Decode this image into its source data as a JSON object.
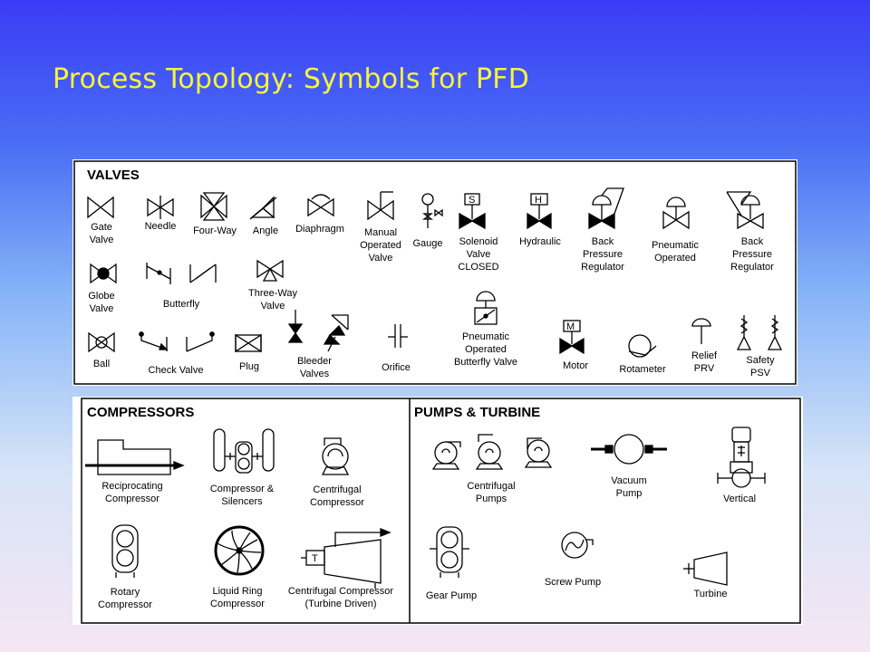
{
  "title": "Process Topology: Symbols for PFD",
  "valves": {
    "heading": "VALVES",
    "items": [
      {
        "id": "gate",
        "lines": [
          "Gate",
          "Valve"
        ]
      },
      {
        "id": "needle",
        "lines": [
          "Needle"
        ]
      },
      {
        "id": "four-way",
        "lines": [
          "Four-Way"
        ]
      },
      {
        "id": "angle",
        "lines": [
          "Angle"
        ]
      },
      {
        "id": "diaphragm",
        "lines": [
          "Diaphragm"
        ]
      },
      {
        "id": "manual-operated",
        "lines": [
          "Manual",
          "Operated",
          "Valve"
        ]
      },
      {
        "id": "gauge",
        "lines": [
          "Gauge"
        ]
      },
      {
        "id": "solenoid",
        "lines": [
          "Solenoid",
          "Valve",
          "CLOSED"
        ]
      },
      {
        "id": "hydraulic",
        "lines": [
          "Hydraulic"
        ]
      },
      {
        "id": "back-pressure-1",
        "lines": [
          "Back",
          "Pressure",
          "Regulator"
        ]
      },
      {
        "id": "pneumatic-operated",
        "lines": [
          "Pneumatic",
          "Operated"
        ]
      },
      {
        "id": "back-pressure-2",
        "lines": [
          "Back",
          "Pressure",
          "Regulator"
        ]
      },
      {
        "id": "globe",
        "lines": [
          "Globe",
          "Valve"
        ]
      },
      {
        "id": "butterfly",
        "lines": [
          "Butterfly"
        ]
      },
      {
        "id": "three-way",
        "lines": [
          "Three-Way",
          "Valve"
        ]
      },
      {
        "id": "pneumatic-butterfly",
        "lines": [
          "Pneumatic",
          "Operated",
          "Butterfly Valve"
        ]
      },
      {
        "id": "ball",
        "lines": [
          "Ball"
        ]
      },
      {
        "id": "check",
        "lines": [
          "Check Valve"
        ]
      },
      {
        "id": "plug",
        "lines": [
          "Plug"
        ]
      },
      {
        "id": "bleeder",
        "lines": [
          "Bleeder",
          "Valves"
        ]
      },
      {
        "id": "orifice",
        "lines": [
          "Orifice"
        ]
      },
      {
        "id": "motor",
        "lines": [
          "Motor"
        ]
      },
      {
        "id": "rotameter",
        "lines": [
          "Rotameter"
        ]
      },
      {
        "id": "relief",
        "lines": [
          "Relief",
          "PRV"
        ]
      },
      {
        "id": "safety",
        "lines": [
          "Safety",
          "PSV"
        ]
      }
    ],
    "solenoid_letter": "S",
    "hydraulic_letter": "H",
    "motor_letter": "M"
  },
  "compressors": {
    "heading": "COMPRESSORS",
    "items": [
      {
        "id": "reciprocating",
        "lines": [
          "Reciprocating",
          "Compressor"
        ]
      },
      {
        "id": "with-silencers",
        "lines": [
          "Compressor &",
          "Silencers"
        ]
      },
      {
        "id": "centrifugal",
        "lines": [
          "Centrifugal",
          "Compressor"
        ]
      },
      {
        "id": "rotary",
        "lines": [
          "Rotary",
          "Compressor"
        ]
      },
      {
        "id": "liquid-ring",
        "lines": [
          "Liquid Ring",
          "Compressor"
        ]
      },
      {
        "id": "turbine-driven",
        "lines": [
          "Centrifugal Compressor",
          "(Turbine Driven)"
        ]
      }
    ],
    "turbine_letter": "T"
  },
  "pumps": {
    "heading": "PUMPS & TURBINE",
    "items": [
      {
        "id": "centrifugal-pumps",
        "lines": [
          "Centrifugal",
          "Pumps"
        ]
      },
      {
        "id": "vacuum",
        "lines": [
          "Vacuum",
          "Pump"
        ]
      },
      {
        "id": "vertical",
        "lines": [
          "Vertical"
        ]
      },
      {
        "id": "gear",
        "lines": [
          "Gear Pump"
        ]
      },
      {
        "id": "screw",
        "lines": [
          "Screw Pump"
        ]
      },
      {
        "id": "turbine",
        "lines": [
          "Turbine"
        ]
      }
    ]
  }
}
